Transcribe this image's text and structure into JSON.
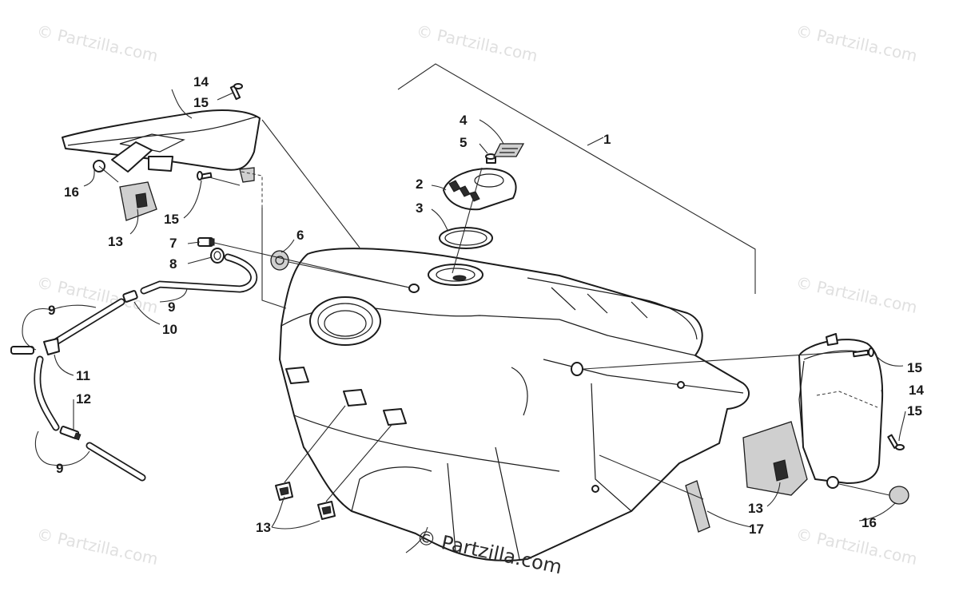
{
  "watermark": {
    "small_text": "© Partzilla.com",
    "main_text": "© Partzilla.com"
  },
  "callouts": [
    {
      "id": "c1",
      "label": "1"
    },
    {
      "id": "c2",
      "label": "2"
    },
    {
      "id": "c3",
      "label": "3"
    },
    {
      "id": "c4",
      "label": "4"
    },
    {
      "id": "c5",
      "label": "5"
    },
    {
      "id": "c6",
      "label": "6"
    },
    {
      "id": "c7",
      "label": "7"
    },
    {
      "id": "c8",
      "label": "8"
    },
    {
      "id": "c9a",
      "label": "9"
    },
    {
      "id": "c9b",
      "label": "9"
    },
    {
      "id": "c9c",
      "label": "9"
    },
    {
      "id": "c10",
      "label": "10"
    },
    {
      "id": "c11",
      "label": "11"
    },
    {
      "id": "c12",
      "label": "12"
    },
    {
      "id": "c13a",
      "label": "13"
    },
    {
      "id": "c13b",
      "label": "13"
    },
    {
      "id": "c13c",
      "label": "13"
    },
    {
      "id": "c14a",
      "label": "14"
    },
    {
      "id": "c14b",
      "label": "14"
    },
    {
      "id": "c15a",
      "label": "15"
    },
    {
      "id": "c15b",
      "label": "15"
    },
    {
      "id": "c15c",
      "label": "15"
    },
    {
      "id": "c15d",
      "label": "15"
    },
    {
      "id": "c16a",
      "label": "16"
    },
    {
      "id": "c16b",
      "label": "16"
    },
    {
      "id": "c17",
      "label": "17"
    }
  ]
}
